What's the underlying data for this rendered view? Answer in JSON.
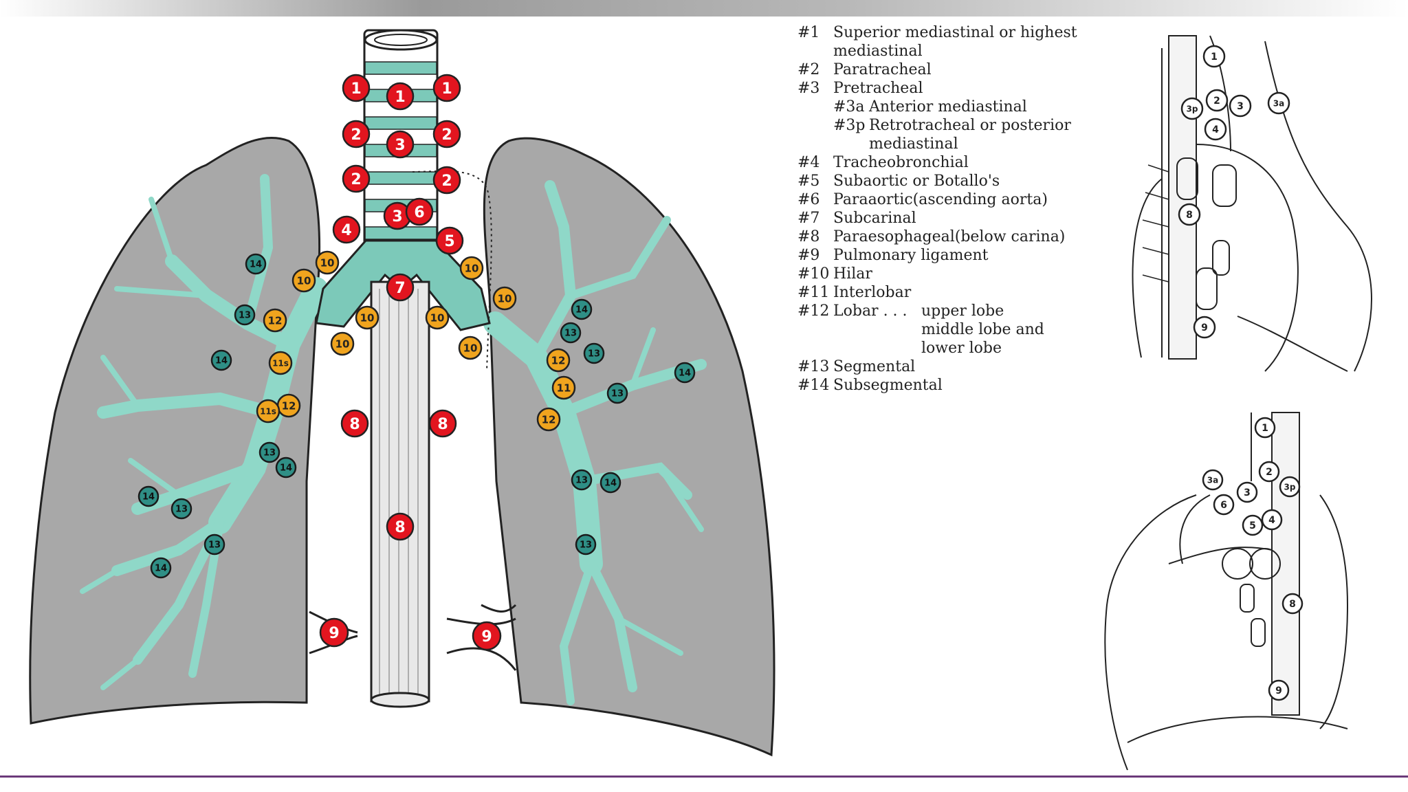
{
  "legend": [
    {
      "num": "#1",
      "text": "Superior mediastinal or highest mediastinal"
    },
    {
      "num": "#2",
      "text": "Paratracheal"
    },
    {
      "num": "#3",
      "text": "Pretracheal"
    },
    {
      "num": "#3a",
      "text": "Anterior mediastinal",
      "sub": true
    },
    {
      "num": "#3p",
      "text": "Retrotracheal or posterior mediastinal",
      "sub": true
    },
    {
      "num": "#4",
      "text": "Tracheobronchial"
    },
    {
      "num": "#5",
      "text": "Subaortic or Botallo's"
    },
    {
      "num": "#6",
      "text": "Paraaortic(ascending aorta)"
    },
    {
      "num": "#7",
      "text": "Subcarinal"
    },
    {
      "num": "#8",
      "text": "Paraesophageal(below carina)"
    },
    {
      "num": "#9",
      "text": "Pulmonary ligament"
    },
    {
      "num": "#10",
      "text": "Hilar"
    },
    {
      "num": "#11",
      "text": "Interlobar"
    },
    {
      "num": "#12",
      "text": "Lobar . . .",
      "parts": [
        "upper lobe",
        "middle lobe and",
        "lower lobe"
      ]
    },
    {
      "num": "#13",
      "text": "Segmental"
    },
    {
      "num": "#14",
      "text": "Subsegmental"
    }
  ],
  "nodes": {
    "red": [
      "1",
      "1",
      "1",
      "2",
      "3",
      "2",
      "2",
      "2",
      "4",
      "3",
      "6",
      "5",
      "7",
      "8",
      "8",
      "8",
      "9",
      "9"
    ],
    "orange": [
      "10",
      "10",
      "10",
      "10",
      "10",
      "10",
      "10",
      "10",
      "12",
      "11s",
      "12",
      "11s",
      "12",
      "11",
      "12"
    ],
    "teal": [
      "14",
      "13",
      "14",
      "13",
      "14",
      "14",
      "13",
      "13",
      "14",
      "14",
      "13",
      "13",
      "13",
      "13",
      "14",
      "13",
      "14"
    ]
  },
  "inset_top_labels": [
    "1",
    "3p",
    "2",
    "3",
    "3a",
    "4",
    "8",
    "9"
  ],
  "inset_bottom_labels": [
    "1",
    "2",
    "3a",
    "3",
    "3p",
    "6",
    "5",
    "4",
    "8",
    "9"
  ],
  "colors": {
    "red_node": "#e2151f",
    "orange_node": "#f0a41e",
    "teal_node": "#2f8f86",
    "airway": "#8fd8c8",
    "lung": "#a8a8a8"
  }
}
